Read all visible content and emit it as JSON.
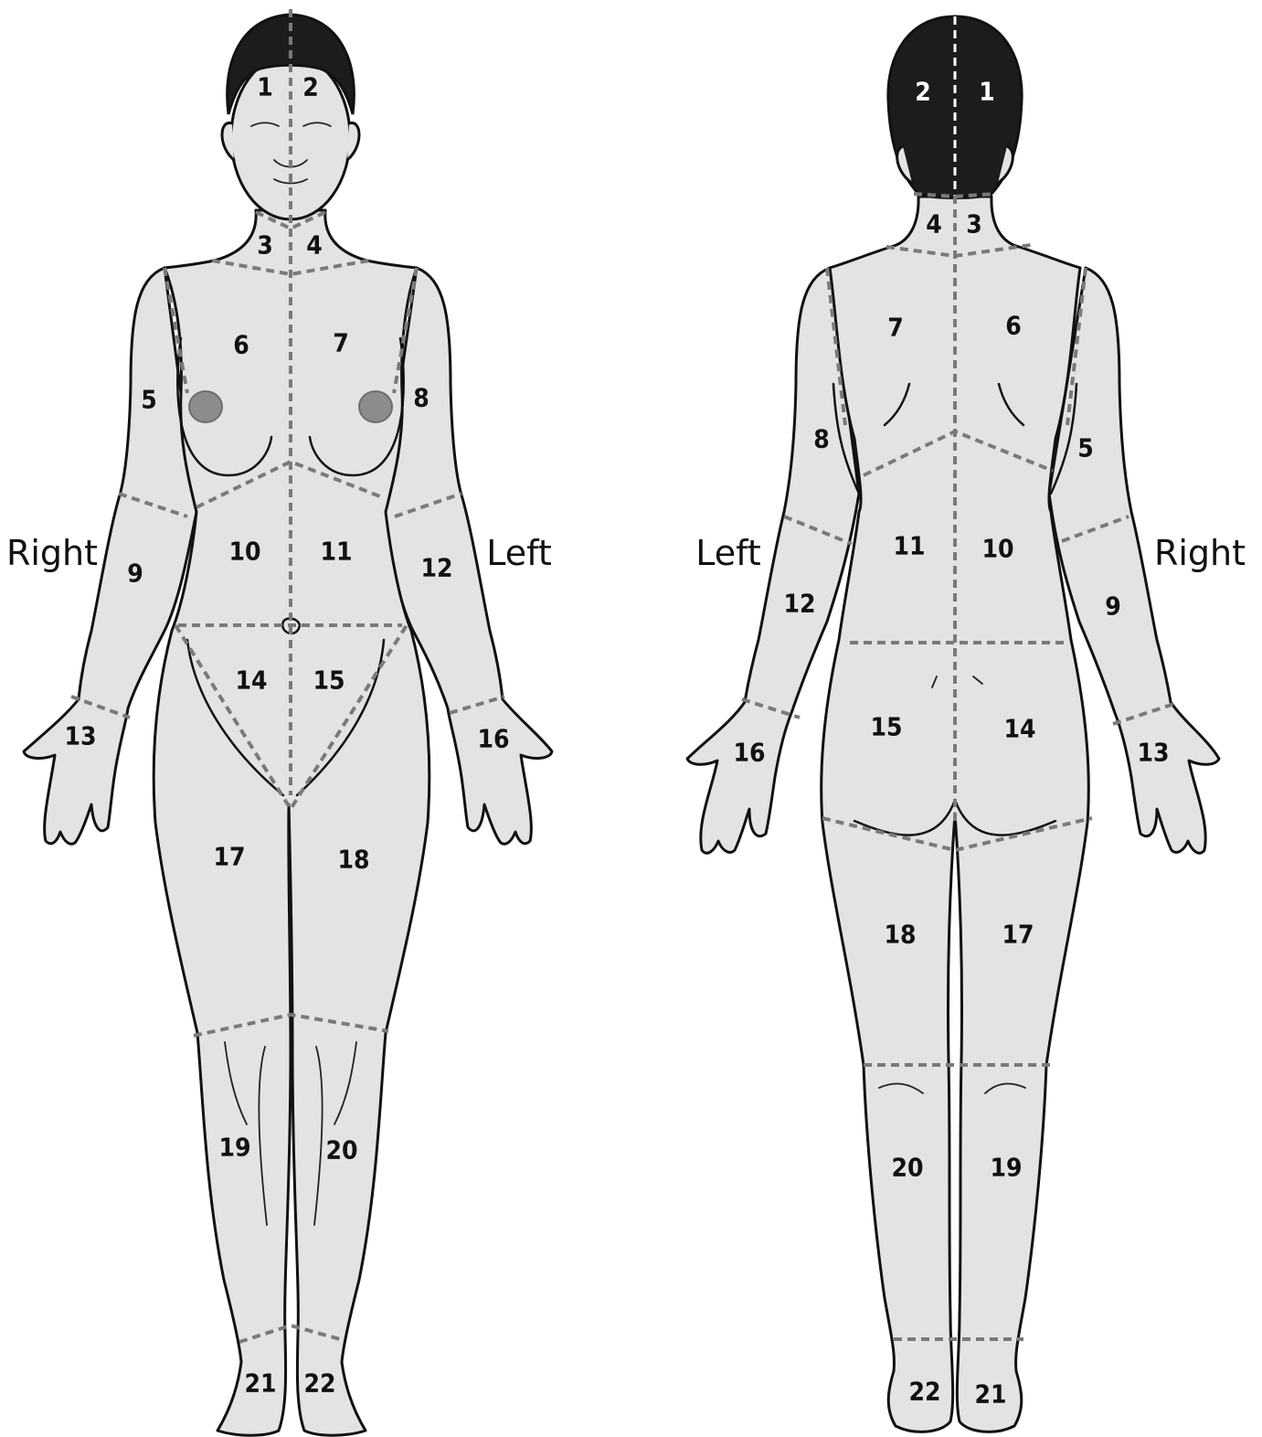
{
  "side_labels": {
    "front_right": "Right",
    "front_left": "Left",
    "back_left": "Left",
    "back_right": "Right"
  },
  "front_regions": [
    "1",
    "2",
    "3",
    "4",
    "5",
    "6",
    "7",
    "8",
    "9",
    "10",
    "11",
    "12",
    "13",
    "14",
    "15",
    "16",
    "17",
    "18",
    "19",
    "20",
    "21",
    "22"
  ],
  "back_regions": [
    "1",
    "2",
    "3",
    "4",
    "5",
    "6",
    "7",
    "8",
    "9",
    "10",
    "11",
    "12",
    "13",
    "14",
    "15",
    "16",
    "17",
    "18",
    "19",
    "20",
    "21",
    "22"
  ],
  "colors": {
    "skin": "#e3e3e3",
    "hair": "#1c1c1c",
    "outline": "#111111",
    "divider": "#7a7a7a"
  }
}
